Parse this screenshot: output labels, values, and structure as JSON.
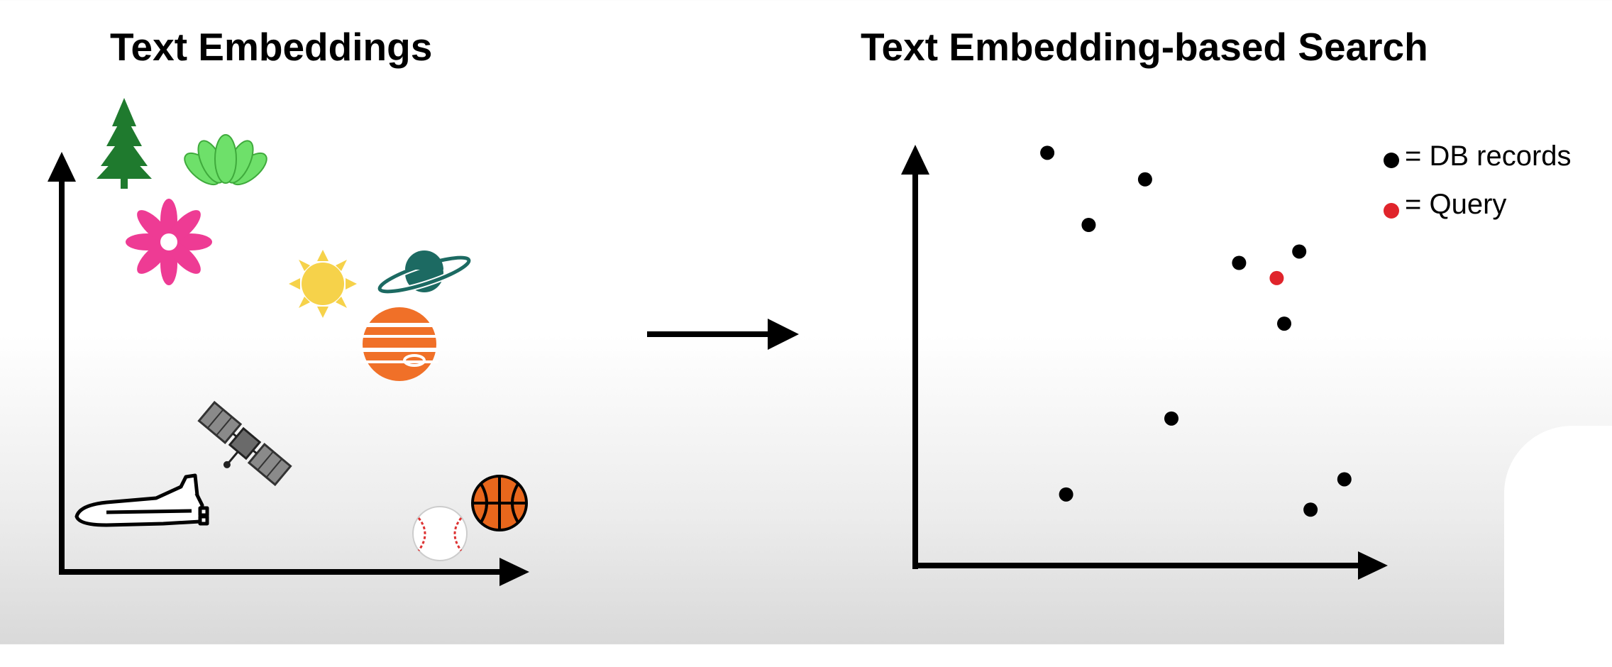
{
  "left_panel": {
    "title": "Text Embeddings",
    "icons": [
      "pine-tree",
      "lotus-flower",
      "pink-flower",
      "sun",
      "ringed-planet",
      "jupiter",
      "satellite",
      "space-shuttle",
      "baseball",
      "basketball"
    ]
  },
  "right_panel": {
    "title": "Text Embedding-based Search",
    "legend": {
      "db_records_label": "= DB records",
      "query_label": "= Query"
    }
  },
  "colors": {
    "db_record": "#000000",
    "query": "#e0242b",
    "tree": "#1f7a2e",
    "lotus": "#6ee06a",
    "flower": "#ee3b94",
    "sun": "#f6d24a",
    "planet": "#1c6a62",
    "jupiter": "#f07028",
    "basketball": "#e8671c"
  },
  "chart_data": {
    "type": "scatter",
    "title": "Text Embedding-based Search",
    "xlabel": "",
    "ylabel": "",
    "xlim": [
      0,
      100
    ],
    "ylim": [
      0,
      100
    ],
    "legend_position": "top-right",
    "series": [
      {
        "name": "DB records",
        "color": "#000000",
        "points": [
          {
            "x": 17,
            "y": 99
          },
          {
            "x": 43,
            "y": 92
          },
          {
            "x": 28,
            "y": 80
          },
          {
            "x": 68,
            "y": 70
          },
          {
            "x": 84,
            "y": 73
          },
          {
            "x": 80,
            "y": 54
          },
          {
            "x": 50,
            "y": 29
          },
          {
            "x": 22,
            "y": 9
          },
          {
            "x": 96,
            "y": 13
          },
          {
            "x": 87,
            "y": 5
          }
        ]
      },
      {
        "name": "Query",
        "color": "#e0242b",
        "points": [
          {
            "x": 78,
            "y": 66
          }
        ]
      }
    ]
  }
}
